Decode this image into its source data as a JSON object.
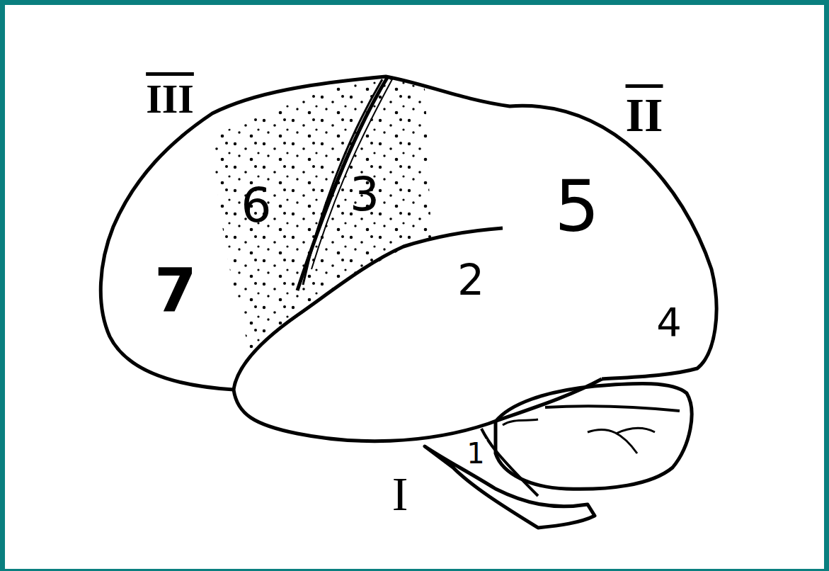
{
  "diagram": {
    "labels": [
      "III",
      "II",
      "6",
      "3",
      "5",
      "7",
      "2",
      "4",
      "1",
      "I"
    ]
  }
}
